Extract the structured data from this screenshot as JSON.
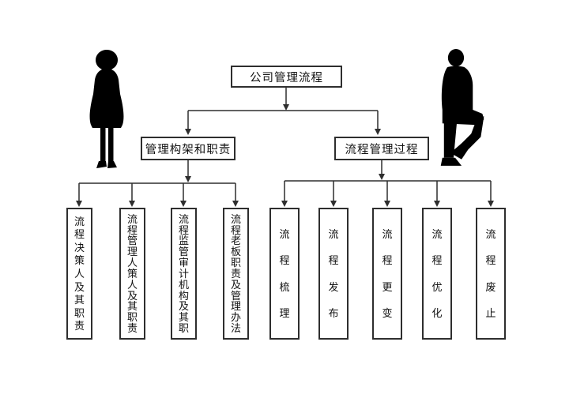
{
  "diagram": {
    "root": {
      "label": "公司管理流程"
    },
    "branches": [
      {
        "label": "管理构架和职责",
        "children": [
          {
            "label": "流程决策人及其职责"
          },
          {
            "label": "流程管理人策人及其职责"
          },
          {
            "label": "流程监管审计机构及其职"
          },
          {
            "label": "流程老板职责及管理办法"
          }
        ]
      },
      {
        "label": "流程管理过程",
        "children": [
          {
            "label": "流程梳理"
          },
          {
            "label": "流程发布"
          },
          {
            "label": "流程更变"
          },
          {
            "label": "流程优化"
          },
          {
            "label": "流程废止"
          }
        ]
      }
    ]
  },
  "decorations": {
    "left_figure": "thinking-woman-silhouette",
    "right_figure": "seated-businessman-silhouette"
  },
  "colors": {
    "background": "#ffffff",
    "line": "#2e2e2e",
    "box_border": "#2e2e2e",
    "text": "#111111",
    "silhouette": "#000000"
  }
}
